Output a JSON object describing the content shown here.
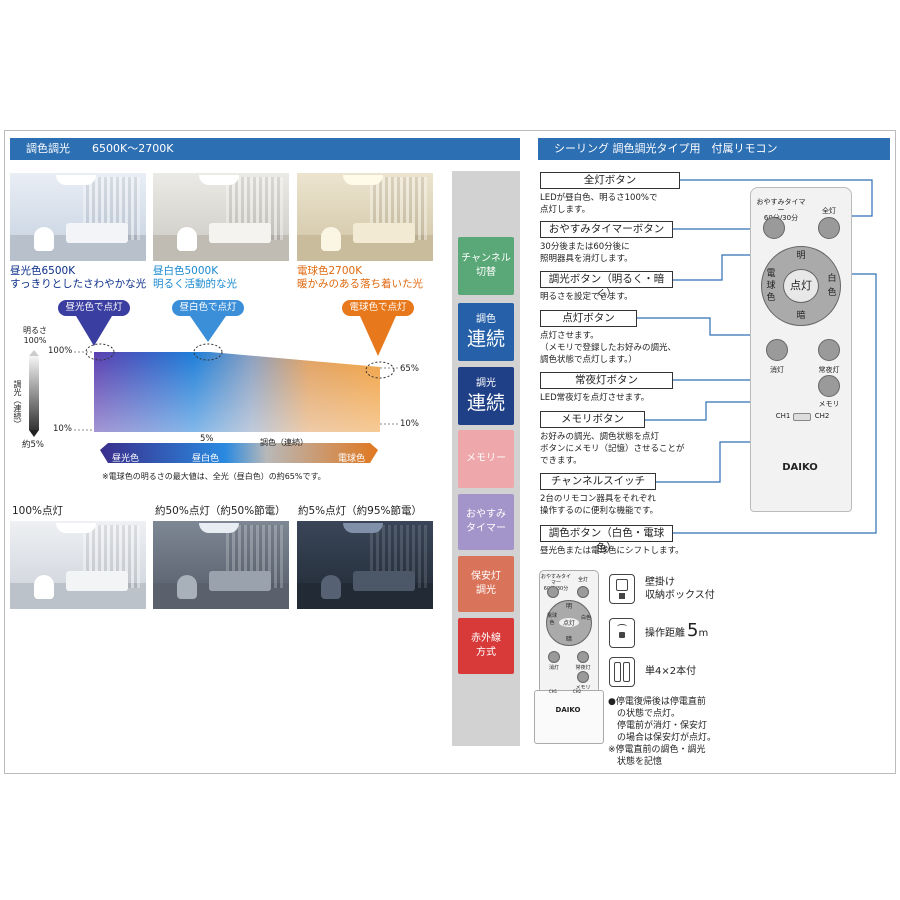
{
  "left": {
    "header": "調色調光　　6500K〜2700K",
    "photos_top": [
      {
        "caption1": "昼光色6500K",
        "caption2": "すっきりとしたさわやかな光",
        "color": "#0c2f8a"
      },
      {
        "caption1": "昼白色5000K",
        "caption2": "明るく活動的な光",
        "color": "#1a8ad0"
      },
      {
        "caption1": "電球色2700K",
        "caption2": "暖かみのある落ち着いた光",
        "color": "#e06a10"
      }
    ],
    "arrows": [
      "昼光色で点灯",
      "昼白色で点灯",
      "電球色で点灯"
    ],
    "chart": {
      "brightness_label": "明るさ",
      "brightness_100": "100%",
      "dimming_label": "調光（連続）",
      "about5": "約5%",
      "y100": "100%",
      "y10": "10%",
      "x5": "5%",
      "right65": "65%",
      "right10": "10%",
      "color_label": "調色（連続）",
      "bar_left": "昼光色",
      "bar_mid": "昼白色",
      "bar_right": "電球色",
      "note": "※電球色の明るさの最大値は、全光（昼白色）の約65%です。"
    },
    "photos_bottom": [
      {
        "caption": "100%点灯"
      },
      {
        "caption": "約50%点灯（約50%節電）"
      },
      {
        "caption": "約5%点灯（約95%節電）"
      }
    ]
  },
  "tags": [
    {
      "line1": "チャンネル",
      "line2": "切替",
      "big": "",
      "color": "#5aa878"
    },
    {
      "line1": "調色",
      "line2": "",
      "big": "連続",
      "color": "#2560a8"
    },
    {
      "line1": "調光",
      "line2": "",
      "big": "連続",
      "color": "#1f3f86"
    },
    {
      "line1": "メモリー",
      "line2": "",
      "big": "",
      "color": "#eea7aa"
    },
    {
      "line1": "おやすみ",
      "line2": "タイマー",
      "big": "",
      "color": "#a395c9"
    },
    {
      "line1": "保安灯",
      "line2": "調光",
      "big": "",
      "color": "#d9735a"
    },
    {
      "line1": "赤外線",
      "line2": "方式",
      "big": "",
      "color": "#d83a3a"
    }
  ],
  "right": {
    "header": "シーリング 調色調光タイプ用　付属リモコン",
    "items": [
      {
        "title": "全灯ボタン",
        "desc": [
          "LEDが昼白色、明るさ100%で",
          "点灯します。"
        ]
      },
      {
        "title": "おやすみタイマーボタン",
        "desc": [
          "30分後または60分後に",
          "照明器具を消灯します。"
        ]
      },
      {
        "title": "調光ボタン（明るく・暗く）",
        "desc": [
          "明るさを設定できます。"
        ]
      },
      {
        "title": "点灯ボタン",
        "desc": [
          "点灯させます。",
          "（メモリで登録したお好みの調光、",
          "調色状態で点灯します。）"
        ]
      },
      {
        "title": "常夜灯ボタン",
        "desc": [
          "LED常夜灯を点灯させます。"
        ]
      },
      {
        "title": "メモリボタン",
        "desc": [
          "お好みの調光、調色状態を点灯",
          "ボタンにメモリ（記憶）させることが",
          "できます。"
        ]
      },
      {
        "title": "チャンネルスイッチ",
        "desc": [
          "2台のリモコン器具をそれぞれ",
          "操作するのに便利な機能です。"
        ]
      },
      {
        "title": "調色ボタン（白色・電球色）",
        "desc": [
          "昼光色または電球色にシフトします。"
        ]
      }
    ],
    "remote": {
      "timer_label": "おやすみタイマー",
      "timer_sub": "60分/30分",
      "all_on": "全灯",
      "bright": "明",
      "dark": "暗",
      "on": "点灯",
      "left1": "電",
      "left2": "球",
      "left3": "色",
      "right1": "白",
      "right2": "色",
      "off": "消灯",
      "night": "常夜灯",
      "memory": "メモリ",
      "ch1": "CH1",
      "ch2": "CH2",
      "brand": "DAIKO"
    },
    "small_remote": {
      "timer": "おやすみタイマー",
      "timer_sub": "60分/30分",
      "all_on": "全灯",
      "bright": "明",
      "on": "点灯",
      "left": "電球色",
      "right": "白色",
      "dark": "暗",
      "off": "消灯",
      "night": "常夜灯",
      "memory": "メモリ",
      "ch1": "CH1",
      "ch2": "CH2",
      "brand": "DAIKO"
    },
    "features": [
      {
        "l1": "壁掛け",
        "l2": "収納ボックス付"
      },
      {
        "l1": "操作距離",
        "big": "5",
        "unit": "m"
      },
      {
        "l1": "単4×2本付"
      }
    ],
    "note1": "●停電復帰後は停電直前",
    "note2": "の状態で点灯。",
    "note3": "停電前が消灯・保安灯",
    "note4": "の場合は保安灯が点灯。",
    "note5": "※停電直前の調色・調光",
    "note6": "状態を記憶"
  }
}
